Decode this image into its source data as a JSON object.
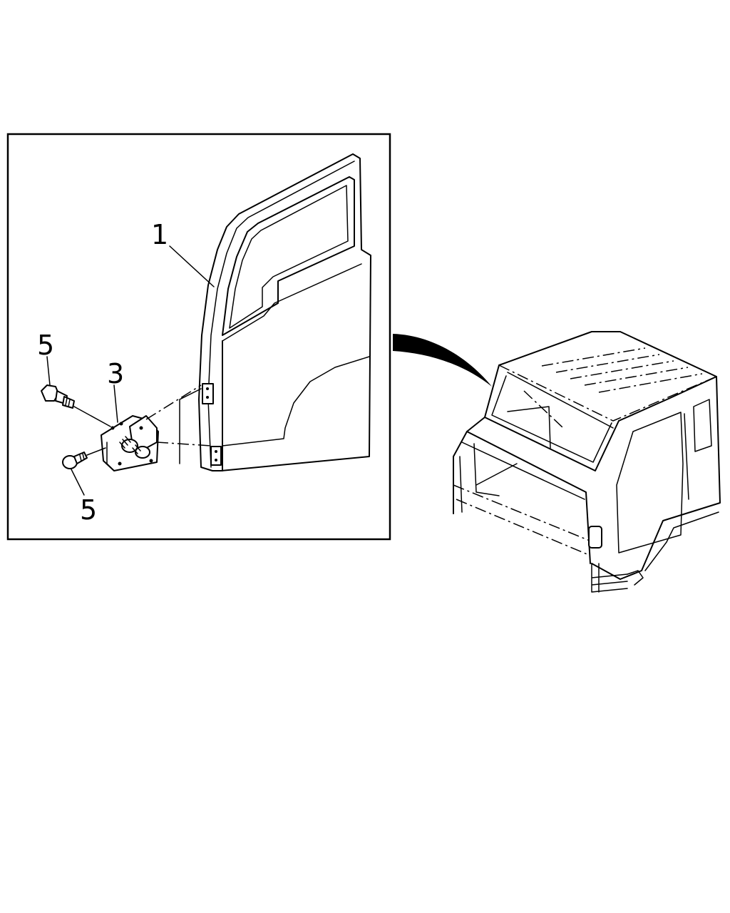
{
  "callouts": {
    "door": "1",
    "hinge": "3",
    "bolt_upper": "5",
    "bolt_lower": "5"
  },
  "colors": {
    "line": "#000000",
    "background": "#ffffff"
  }
}
